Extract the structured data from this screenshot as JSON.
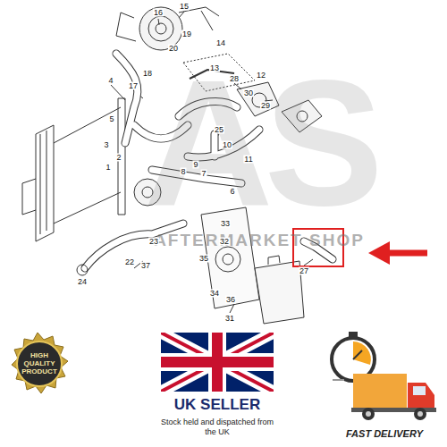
{
  "diagram": {
    "labels": [
      "16",
      "15",
      "14",
      "19",
      "20",
      "13",
      "12",
      "18",
      "17",
      "4",
      "28",
      "30",
      "29",
      "5",
      "3",
      "2",
      "1",
      "25",
      "10",
      "11",
      "9",
      "8",
      "7",
      "6",
      "33",
      "32",
      "23",
      "35",
      "22",
      "37",
      "27",
      "34",
      "36",
      "24",
      "31",
      "AS",
      "AFTERMARKET SHOP",
      "HIGH QUALITY PRODUCT",
      "UK SELLER",
      "Stock held and dispatched from the UK",
      "FAST DELIVERY"
    ]
  }
}
